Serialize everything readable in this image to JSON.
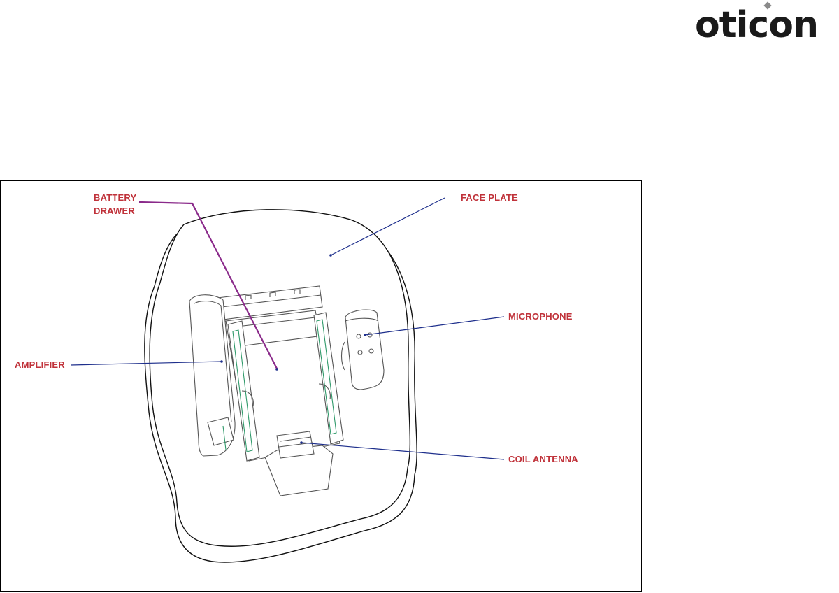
{
  "logo": {
    "text": "oticon",
    "text_color": "#1a1a1a",
    "dot_color": "#8a8a8a"
  },
  "diagram": {
    "outline_color": "#111111",
    "component_color": "#555555",
    "accent_color": "#2f9a6a",
    "leader_color": "#1e2f8c",
    "battery_leader_color": "#8a2a8a",
    "label_color": "#c0323a",
    "labels": {
      "battery_drawer": "BATTERY\nDRAWER",
      "face_plate": "FACE PLATE",
      "microphone": "MICROPHONE",
      "amplifier": "AMPLIFIER",
      "coil_antenna": "COIL  ANTENNA"
    }
  }
}
